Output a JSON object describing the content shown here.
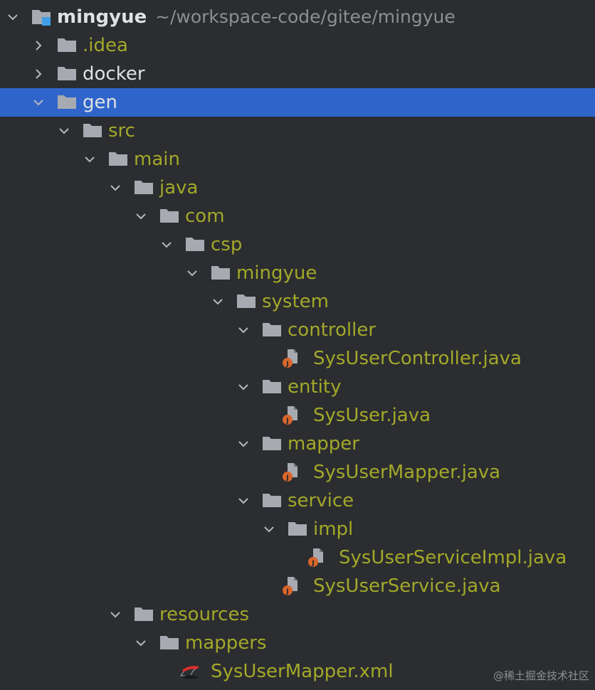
{
  "project": {
    "name": "mingyue",
    "path": "~/workspace-code/gitee/mingyue"
  },
  "colors": {
    "background": "#2b2d30",
    "selection": "#2f65ca",
    "folder_label": "#a3a829",
    "plain_label": "#dfe1e5",
    "java_badge": "#d9652b"
  },
  "tree": [
    {
      "label": ".idea",
      "type": "folder",
      "state": "collapsed"
    },
    {
      "label": "docker",
      "type": "folder",
      "state": "collapsed"
    },
    {
      "label": "gen",
      "type": "folder",
      "state": "expanded",
      "selected": true
    },
    {
      "label": "src",
      "type": "folder",
      "state": "expanded"
    },
    {
      "label": "main",
      "type": "folder",
      "state": "expanded"
    },
    {
      "label": "java",
      "type": "folder",
      "state": "expanded"
    },
    {
      "label": "com",
      "type": "folder",
      "state": "expanded"
    },
    {
      "label": "csp",
      "type": "folder",
      "state": "expanded"
    },
    {
      "label": "mingyue",
      "type": "folder",
      "state": "expanded"
    },
    {
      "label": "system",
      "type": "folder",
      "state": "expanded"
    },
    {
      "label": "controller",
      "type": "folder",
      "state": "expanded"
    },
    {
      "label": "SysUserController.java",
      "type": "java-file"
    },
    {
      "label": "entity",
      "type": "folder",
      "state": "expanded"
    },
    {
      "label": "SysUser.java",
      "type": "java-file"
    },
    {
      "label": "mapper",
      "type": "folder",
      "state": "expanded"
    },
    {
      "label": "SysUserMapper.java",
      "type": "java-file"
    },
    {
      "label": "service",
      "type": "folder",
      "state": "expanded"
    },
    {
      "label": "impl",
      "type": "folder",
      "state": "expanded"
    },
    {
      "label": "SysUserServiceImpl.java",
      "type": "java-file"
    },
    {
      "label": "SysUserService.java",
      "type": "java-file"
    },
    {
      "label": "resources",
      "type": "folder",
      "state": "expanded"
    },
    {
      "label": "mappers",
      "type": "folder",
      "state": "expanded"
    },
    {
      "label": "SysUserMapper.xml",
      "type": "xml-file"
    }
  ],
  "watermark": "@稀土掘金技术社区"
}
